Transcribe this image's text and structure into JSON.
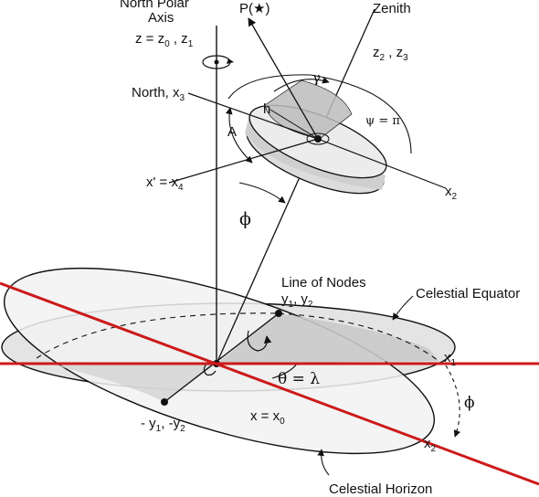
{
  "labels": {
    "north_polar_axis_1": "North Polar",
    "north_polar_axis_2": "Axis",
    "z_axis": {
      "main": "z = z",
      "s1": "0",
      "mid": " , z",
      "s2": "1"
    },
    "p_star": "P(★)",
    "zenith": "Zenith",
    "z2z3": {
      "a": "z",
      "s1": "2",
      "mid": " , z",
      "s2": "3"
    },
    "north_x3": {
      "main": "North, x",
      "s1": "3"
    },
    "gamma": "γ",
    "h": "h",
    "psi": "ψ = π",
    "a": "A",
    "x_prime": {
      "main": "x' = x",
      "s1": "4"
    },
    "x2_upper": {
      "main": "x",
      "s1": "2"
    },
    "phi_upper": "ϕ",
    "line_of_nodes": "Line of Nodes",
    "y1y2": {
      "a": "y",
      "s1": "1",
      "mid": ", y",
      "s2": "2"
    },
    "celestial_equator": "Celestial Equator",
    "x1": {
      "main": "x",
      "s1": "1"
    },
    "theta_lambda": "θ = λ",
    "phi_lower": "ϕ",
    "neg_y": {
      "a": "- y",
      "s1": "1",
      "mid": ", -y",
      "s2": "2"
    },
    "x_x0": {
      "main": "x = x",
      "s1": "0"
    },
    "x2_lower": {
      "main": "x",
      "s1": "2"
    },
    "celestial_horizon": "Celestial Horizon"
  },
  "colors": {
    "ink": "#111111",
    "fill_light": "#e9e9e9",
    "fill_dark": "#c9c9c9",
    "red_line": "#cc1a1a"
  }
}
